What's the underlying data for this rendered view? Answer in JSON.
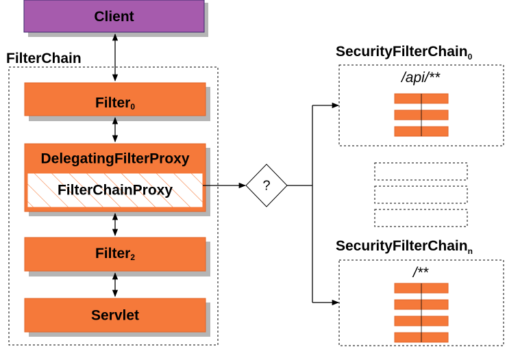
{
  "client": {
    "label": "Client"
  },
  "filter_chain": {
    "title": "FilterChain",
    "filter0": {
      "label": "Filter",
      "subscript": "0"
    },
    "delegating_proxy": {
      "label": "DelegatingFilterProxy"
    },
    "filter_chain_proxy": {
      "label": "FilterChainProxy"
    },
    "filter2": {
      "label": "Filter",
      "subscript": "2"
    },
    "servlet": {
      "label": "Servlet"
    }
  },
  "decision": {
    "label": "?"
  },
  "security_chain_0": {
    "title": "SecurityFilterChain",
    "subscript": "0",
    "pattern": "/api/**",
    "filter_count": 3
  },
  "security_chain_n": {
    "title": "SecurityFilterChain",
    "subscript": "n",
    "pattern": "/**",
    "filter_count": 4
  },
  "colors": {
    "client_fill": "#a65bad",
    "client_stroke": "#3a2a6a",
    "filter_fill": "#f5793a",
    "filter_stroke": "#e0652a",
    "shadow": "#b5b5b5",
    "line": "#000000",
    "hatch": "#f5793a"
  }
}
